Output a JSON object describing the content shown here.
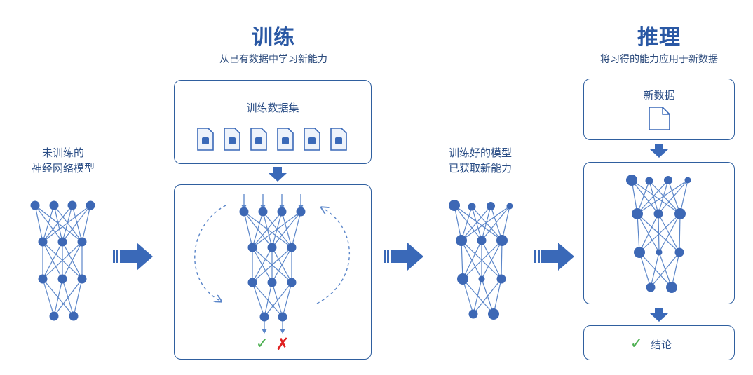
{
  "training": {
    "title": "训练",
    "subtitle": "从已有数据中学习新能力",
    "dataset_label": "训练数据集"
  },
  "inference": {
    "title": "推理",
    "subtitle": "将习得的能力应用于新数据",
    "new_data_label": "新数据",
    "conclusion_label": "结论"
  },
  "untrained_model": {
    "label_line1": "未训练的",
    "label_line2": "神经网络模型"
  },
  "trained_model": {
    "label_line1": "训练好的模型",
    "label_line2": "已获取新能力"
  },
  "marks": {
    "correct": "✓",
    "wrong": "✗"
  },
  "colors": {
    "primary": "#3a69b8",
    "node": "#3d68b5",
    "edge": "#5b86c9",
    "correct": "#4caf50",
    "wrong": "#e02020"
  }
}
